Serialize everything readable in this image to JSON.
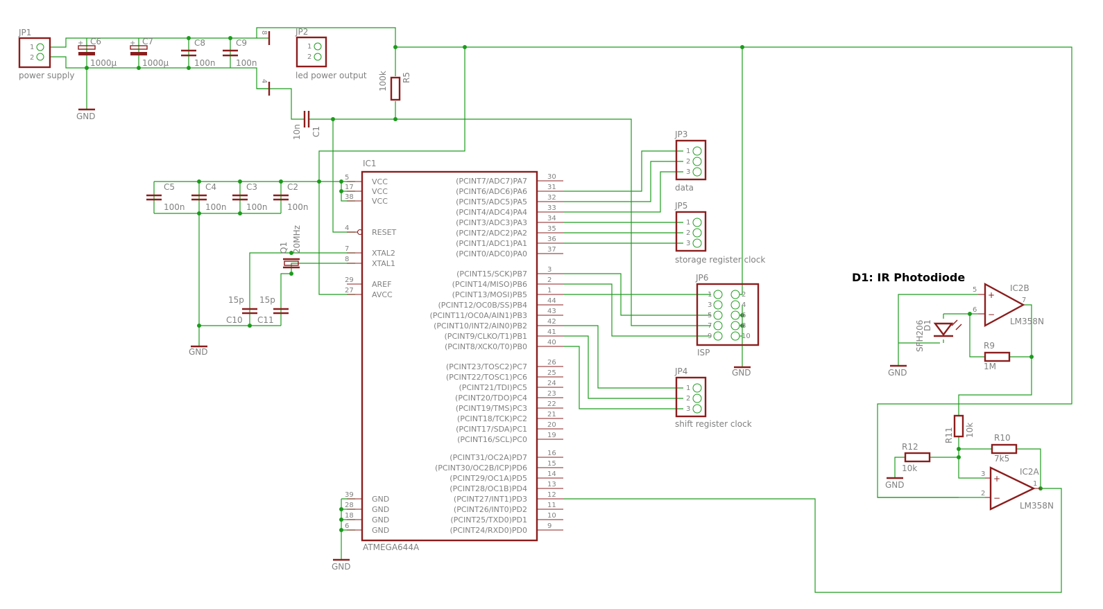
{
  "title": "D1: IR Photodiode",
  "gnd": "GND",
  "jp1": {
    "name": "JP1",
    "value": "power supply",
    "pins": [
      "1",
      "2"
    ]
  },
  "jp2": {
    "name": "JP2",
    "value": "led power output",
    "pins": [
      "1",
      "2"
    ],
    "conn": [
      "8",
      "4"
    ]
  },
  "caps_power": [
    {
      "name": "C6",
      "value": "1000µ"
    },
    {
      "name": "C7",
      "value": "1000µ"
    },
    {
      "name": "C8",
      "value": "100n"
    },
    {
      "name": "C9",
      "value": "100n"
    }
  ],
  "caps_vcc": [
    {
      "name": "C5",
      "value": "100n"
    },
    {
      "name": "C4",
      "value": "100n"
    },
    {
      "name": "C3",
      "value": "100n"
    },
    {
      "name": "C2",
      "value": "100n"
    }
  ],
  "r5": {
    "name": "R5",
    "value": "100k"
  },
  "c1": {
    "name": "C1",
    "value": "10n"
  },
  "q1": {
    "name": "Q1",
    "value": "20MHz"
  },
  "c10": {
    "name": "C10",
    "value": "15p"
  },
  "c11": {
    "name": "C11",
    "value": "15p"
  },
  "ic1": {
    "name": "IC1",
    "value": "ATMEGA644A",
    "left_pins": [
      {
        "num": "5",
        "label": "VCC"
      },
      {
        "num": "17",
        "label": "VCC"
      },
      {
        "num": "38",
        "label": "VCC"
      },
      {
        "num": "4",
        "label": "RESET"
      },
      {
        "num": "7",
        "label": "XTAL2"
      },
      {
        "num": "8",
        "label": "XTAL1"
      },
      {
        "num": "29",
        "label": "AREF"
      },
      {
        "num": "27",
        "label": "AVCC"
      },
      {
        "num": "39",
        "label": "GND"
      },
      {
        "num": "28",
        "label": "GND"
      },
      {
        "num": "18",
        "label": "GND"
      },
      {
        "num": "6",
        "label": "GND"
      }
    ],
    "right_pins": [
      {
        "num": "30",
        "label": "(PCINT7/ADC7)PA7"
      },
      {
        "num": "31",
        "label": "(PCINT6/ADC6)PA6"
      },
      {
        "num": "32",
        "label": "(PCINT5/ADC5)PA5"
      },
      {
        "num": "33",
        "label": "(PCINT4/ADC4)PA4"
      },
      {
        "num": "34",
        "label": "(PCINT3/ADC3)PA3"
      },
      {
        "num": "35",
        "label": "(PCINT2/ADC2)PA2"
      },
      {
        "num": "36",
        "label": "(PCINT1/ADC1)PA1"
      },
      {
        "num": "37",
        "label": "(PCINT0/ADC0)PA0"
      },
      {
        "num": "3",
        "label": "(PCINT15/SCK)PB7"
      },
      {
        "num": "2",
        "label": "(PCINT14/MISO)PB6"
      },
      {
        "num": "1",
        "label": "(PCINT13/MOSI)PB5"
      },
      {
        "num": "44",
        "label": "(PCINT12/OC0B/SS)PB4"
      },
      {
        "num": "43",
        "label": "(PCINT11/OC0A/AIN1)PB3"
      },
      {
        "num": "42",
        "label": "(PCINT10/INT2/AIN0)PB2"
      },
      {
        "num": "41",
        "label": "(PCINT9/CLKO/T1)PB1"
      },
      {
        "num": "40",
        "label": "(PCINT8/XCK0/T0)PB0"
      },
      {
        "num": "26",
        "label": "(PCINT23/TOSC2)PC7"
      },
      {
        "num": "25",
        "label": "(PCINT22/TOSC1)PC6"
      },
      {
        "num": "24",
        "label": "(PCINT21/TDI)PC5"
      },
      {
        "num": "23",
        "label": "(PCINT20/TDO)PC4"
      },
      {
        "num": "22",
        "label": "(PCINT19/TMS)PC3"
      },
      {
        "num": "21",
        "label": "(PCINT18/TCK)PC2"
      },
      {
        "num": "20",
        "label": "(PCINT17/SDA)PC1"
      },
      {
        "num": "19",
        "label": "(PCINT16/SCL)PC0"
      },
      {
        "num": "16",
        "label": "(PCINT31/OC2A)PD7"
      },
      {
        "num": "15",
        "label": "(PCINT30/OC2B/ICP)PD6"
      },
      {
        "num": "14",
        "label": "(PCINT29/OC1A)PD5"
      },
      {
        "num": "13",
        "label": "(PCINT28/OC1B)PD4"
      },
      {
        "num": "12",
        "label": "(PCINT27/INT1)PD3"
      },
      {
        "num": "11",
        "label": "(PCINT26/INT0)PD2"
      },
      {
        "num": "10",
        "label": "(PCINT25/TXD0)PD1"
      },
      {
        "num": "9",
        "label": "(PCINT24/RXD0)PD0"
      }
    ]
  },
  "jp3": {
    "name": "JP3",
    "value": "data",
    "pins": [
      "1",
      "2",
      "3"
    ]
  },
  "jp5": {
    "name": "JP5",
    "value": "storage register clock",
    "pins": [
      "1",
      "2",
      "3"
    ]
  },
  "jp6": {
    "name": "JP6",
    "value": "ISP",
    "pins_left": [
      "1",
      "3",
      "5",
      "7",
      "9"
    ],
    "pins_right": [
      "2",
      "4",
      "6",
      "8",
      "10"
    ]
  },
  "jp4": {
    "name": "JP4",
    "value": "shift register clock",
    "pins": [
      "1",
      "2",
      "3"
    ]
  },
  "ic2b": {
    "name": "IC2B",
    "value": "LM358N",
    "pins": [
      "5",
      "6",
      "7"
    ]
  },
  "d1": {
    "name": "D1",
    "value": "SFH206"
  },
  "r9": {
    "name": "R9",
    "value": "1M"
  },
  "r11": {
    "name": "R11",
    "value": "10k"
  },
  "r10": {
    "name": "R10",
    "value": "7k5"
  },
  "r12": {
    "name": "R12",
    "value": "10k"
  },
  "ic2a": {
    "name": "IC2A",
    "value": "LM358N",
    "pins": [
      "3",
      "2",
      "1"
    ]
  }
}
